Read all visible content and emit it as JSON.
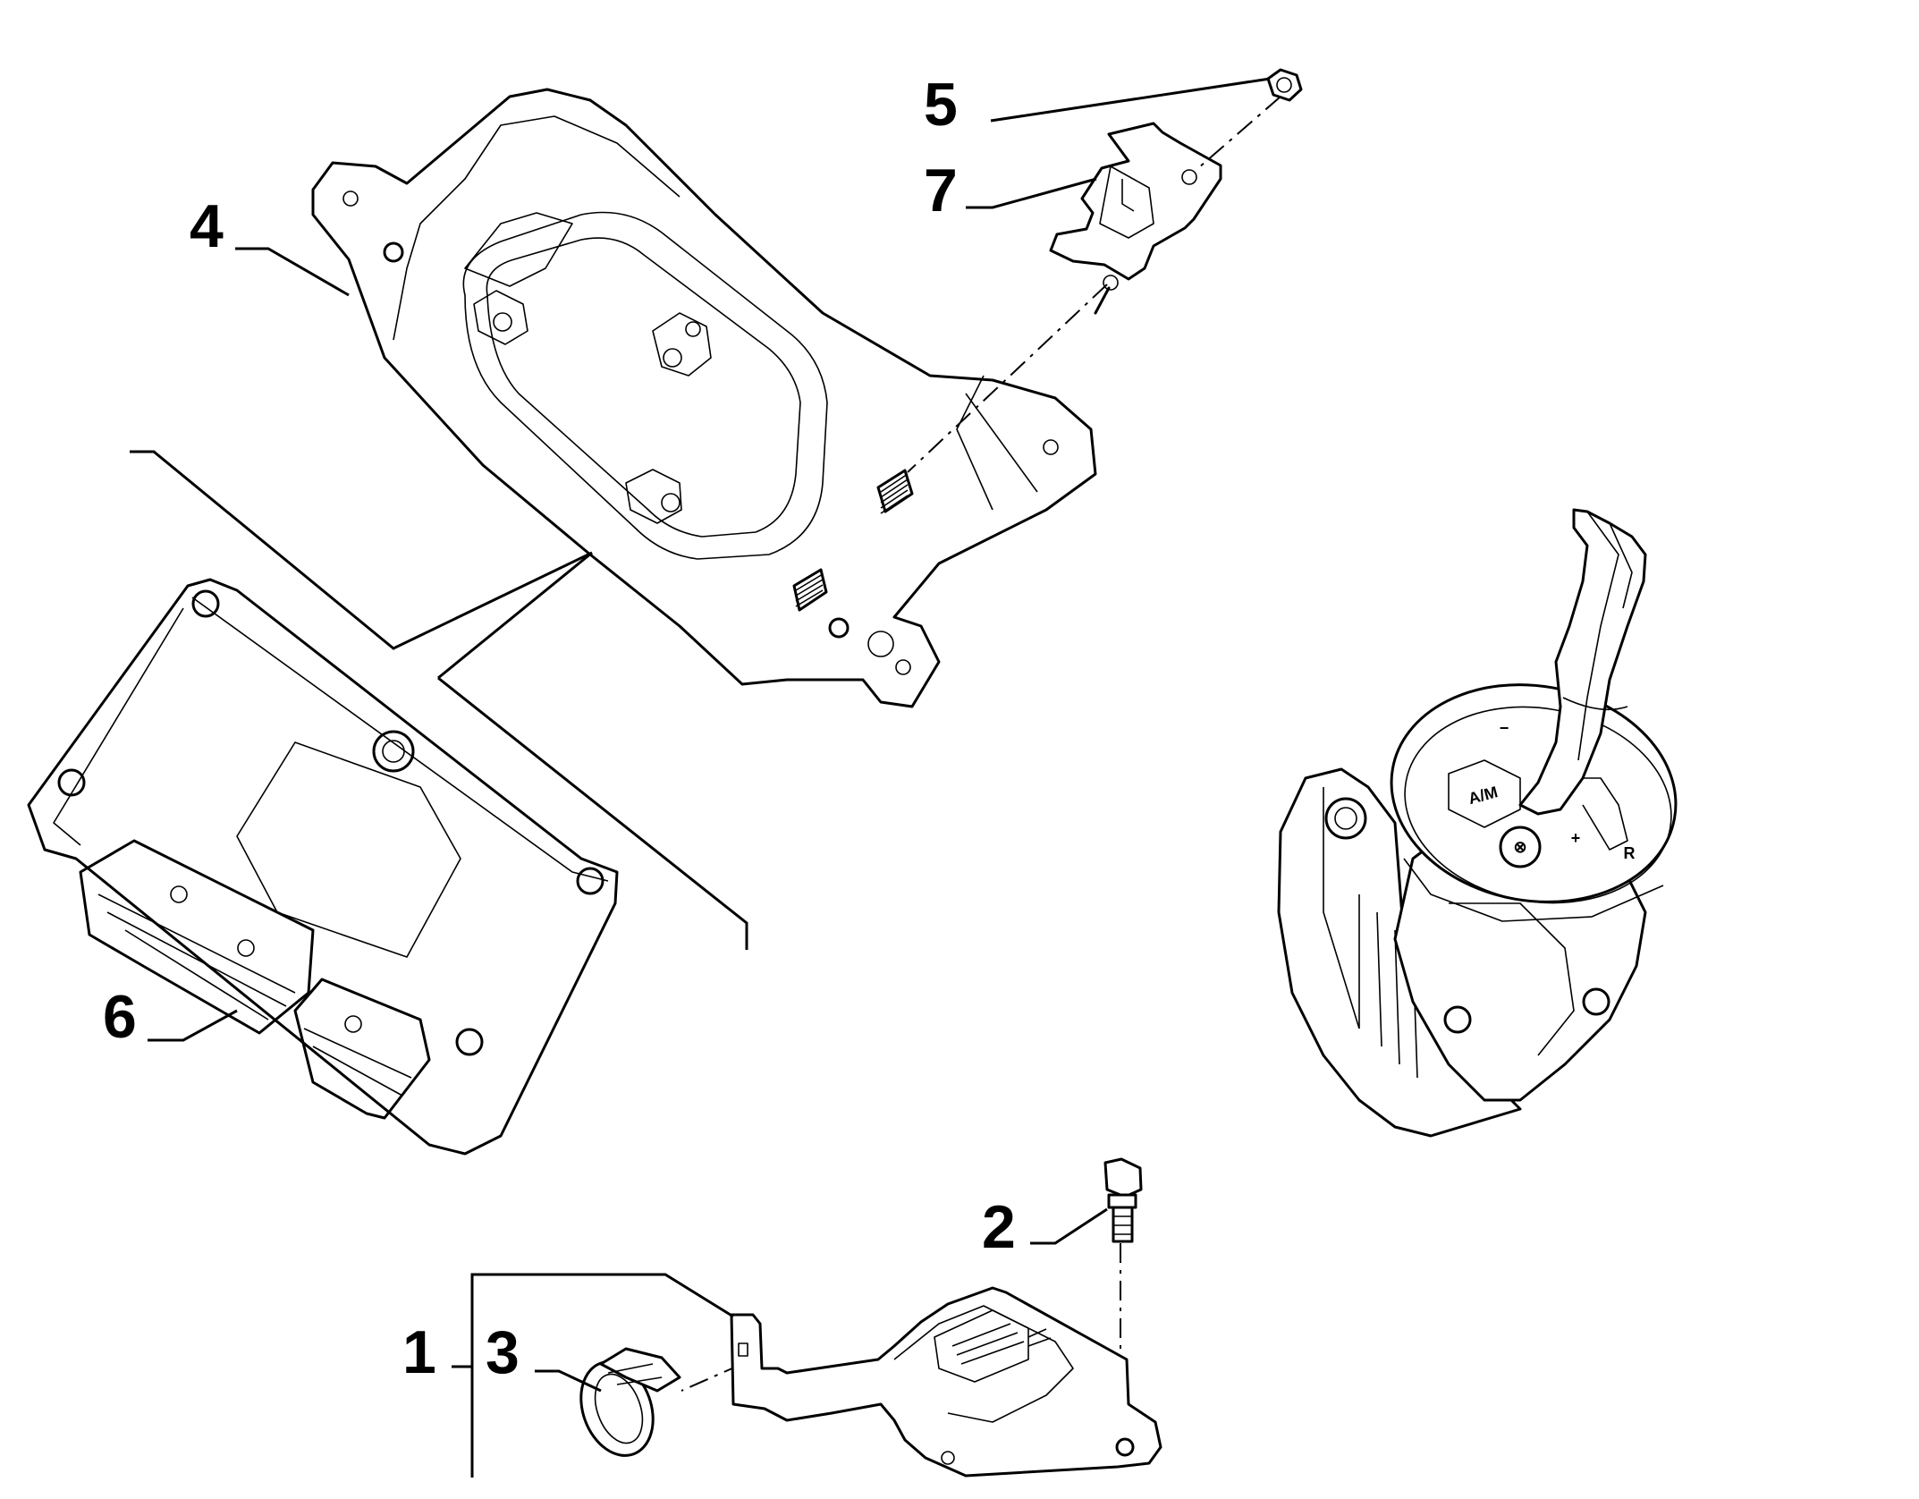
{
  "diagram": {
    "callouts": [
      {
        "id": "1",
        "label": "1"
      },
      {
        "id": "2",
        "label": "2"
      },
      {
        "id": "3",
        "label": "3"
      },
      {
        "id": "4",
        "label": "4"
      },
      {
        "id": "5",
        "label": "5"
      },
      {
        "id": "6",
        "label": "6"
      },
      {
        "id": "7",
        "label": "7"
      }
    ],
    "shifter_markings": {
      "am": "A/M",
      "minus": "−",
      "plus": "+",
      "reverse": "R",
      "button": "⊗"
    }
  }
}
